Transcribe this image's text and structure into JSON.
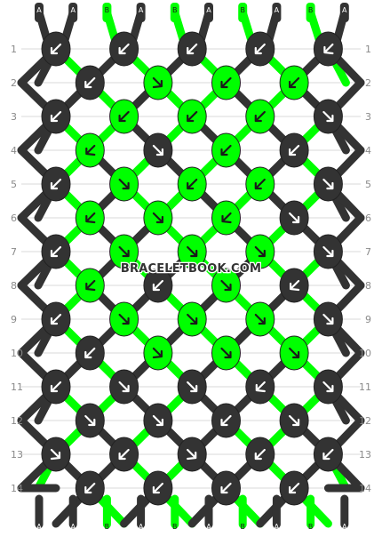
{
  "colors": {
    "A": "#333333",
    "B": "#00ff00",
    "background": "#ffffff",
    "row_label": "#8a8a8a",
    "grid_line": "#d9d9d9"
  },
  "watermark": "BRACELETBOOK.COM",
  "strings": [
    "A",
    "A",
    "B",
    "A",
    "B",
    "A",
    "B",
    "A",
    "B",
    "A"
  ],
  "row_labels": [
    "1",
    "2",
    "3",
    "4",
    "5",
    "6",
    "7",
    "8",
    "9",
    "10",
    "11",
    "12",
    "13",
    "14"
  ],
  "bottom_labels": [
    "A",
    "A",
    "B",
    "A",
    "B",
    "A",
    "B",
    "A",
    "B",
    "A"
  ],
  "knots": [
    {
      "row": 1,
      "pos": 0,
      "color": "A",
      "arrow": "bl"
    },
    {
      "row": 1,
      "pos": 2,
      "color": "A",
      "arrow": "bl"
    },
    {
      "row": 1,
      "pos": 4,
      "color": "A",
      "arrow": "bl"
    },
    {
      "row": 1,
      "pos": 6,
      "color": "A",
      "arrow": "bl"
    },
    {
      "row": 1,
      "pos": 8,
      "color": "A",
      "arrow": "fl"
    },
    {
      "row": 2,
      "pos": 1,
      "color": "A",
      "arrow": "bl"
    },
    {
      "row": 2,
      "pos": 3,
      "color": "B",
      "arrow": "fr"
    },
    {
      "row": 2,
      "pos": 5,
      "color": "B",
      "arrow": "bl"
    },
    {
      "row": 2,
      "pos": 7,
      "color": "B",
      "arrow": "bl"
    },
    {
      "row": 3,
      "pos": 0,
      "color": "A",
      "arrow": "bl"
    },
    {
      "row": 3,
      "pos": 2,
      "color": "B",
      "arrow": "bl"
    },
    {
      "row": 3,
      "pos": 4,
      "color": "B",
      "arrow": "bl"
    },
    {
      "row": 3,
      "pos": 6,
      "color": "B",
      "arrow": "bl"
    },
    {
      "row": 3,
      "pos": 8,
      "color": "A",
      "arrow": "br"
    },
    {
      "row": 4,
      "pos": 1,
      "color": "B",
      "arrow": "fl"
    },
    {
      "row": 4,
      "pos": 3,
      "color": "A",
      "arrow": "br"
    },
    {
      "row": 4,
      "pos": 5,
      "color": "B",
      "arrow": "bl"
    },
    {
      "row": 4,
      "pos": 7,
      "color": "A",
      "arrow": "bl"
    },
    {
      "row": 5,
      "pos": 0,
      "color": "A",
      "arrow": "bl"
    },
    {
      "row": 5,
      "pos": 2,
      "color": "B",
      "arrow": "br"
    },
    {
      "row": 5,
      "pos": 4,
      "color": "B",
      "arrow": "bl"
    },
    {
      "row": 5,
      "pos": 6,
      "color": "B",
      "arrow": "bl"
    },
    {
      "row": 5,
      "pos": 8,
      "color": "A",
      "arrow": "br"
    },
    {
      "row": 6,
      "pos": 1,
      "color": "B",
      "arrow": "fl"
    },
    {
      "row": 6,
      "pos": 3,
      "color": "B",
      "arrow": "br"
    },
    {
      "row": 6,
      "pos": 5,
      "color": "B",
      "arrow": "fl"
    },
    {
      "row": 6,
      "pos": 7,
      "color": "A",
      "arrow": "br"
    },
    {
      "row": 7,
      "pos": 0,
      "color": "A",
      "arrow": "bl"
    },
    {
      "row": 7,
      "pos": 2,
      "color": "B",
      "arrow": "br"
    },
    {
      "row": 7,
      "pos": 4,
      "color": "B",
      "arrow": "br"
    },
    {
      "row": 7,
      "pos": 6,
      "color": "B",
      "arrow": "br"
    },
    {
      "row": 7,
      "pos": 8,
      "color": "A",
      "arrow": "br"
    },
    {
      "row": 8,
      "pos": 1,
      "color": "B",
      "arrow": "fl"
    },
    {
      "row": 8,
      "pos": 3,
      "color": "A",
      "arrow": "bl"
    },
    {
      "row": 8,
      "pos": 5,
      "color": "B",
      "arrow": "br"
    },
    {
      "row": 8,
      "pos": 7,
      "color": "A",
      "arrow": "fl"
    },
    {
      "row": 9,
      "pos": 0,
      "color": "A",
      "arrow": "bl"
    },
    {
      "row": 9,
      "pos": 2,
      "color": "B",
      "arrow": "br"
    },
    {
      "row": 9,
      "pos": 4,
      "color": "B",
      "arrow": "br"
    },
    {
      "row": 9,
      "pos": 6,
      "color": "B",
      "arrow": "br"
    },
    {
      "row": 9,
      "pos": 8,
      "color": "A",
      "arrow": "br"
    },
    {
      "row": 10,
      "pos": 1,
      "color": "A",
      "arrow": "bl"
    },
    {
      "row": 10,
      "pos": 3,
      "color": "B",
      "arrow": "fr"
    },
    {
      "row": 10,
      "pos": 5,
      "color": "B",
      "arrow": "br"
    },
    {
      "row": 10,
      "pos": 7,
      "color": "B",
      "arrow": "br"
    },
    {
      "row": 11,
      "pos": 0,
      "color": "A",
      "arrow": "bl"
    },
    {
      "row": 11,
      "pos": 2,
      "color": "A",
      "arrow": "br"
    },
    {
      "row": 11,
      "pos": 4,
      "color": "A",
      "arrow": "br"
    },
    {
      "row": 11,
      "pos": 6,
      "color": "A",
      "arrow": "fl"
    },
    {
      "row": 11,
      "pos": 8,
      "color": "A",
      "arrow": "br"
    },
    {
      "row": 12,
      "pos": 1,
      "color": "A",
      "arrow": "br"
    },
    {
      "row": 12,
      "pos": 3,
      "color": "A",
      "arrow": "br"
    },
    {
      "row": 12,
      "pos": 5,
      "color": "A",
      "arrow": "bl"
    },
    {
      "row": 12,
      "pos": 7,
      "color": "A",
      "arrow": "br"
    },
    {
      "row": 13,
      "pos": 0,
      "color": "A",
      "arrow": "fr"
    },
    {
      "row": 13,
      "pos": 2,
      "color": "A",
      "arrow": "bl"
    },
    {
      "row": 13,
      "pos": 4,
      "color": "A",
      "arrow": "fr"
    },
    {
      "row": 13,
      "pos": 6,
      "color": "A",
      "arrow": "bl"
    },
    {
      "row": 13,
      "pos": 8,
      "color": "A",
      "arrow": "bl"
    },
    {
      "row": 14,
      "pos": 1,
      "color": "A",
      "arrow": "bl"
    },
    {
      "row": 14,
      "pos": 3,
      "color": "A",
      "arrow": "bl"
    },
    {
      "row": 14,
      "pos": 5,
      "color": "A",
      "arrow": "bl"
    },
    {
      "row": 14,
      "pos": 7,
      "color": "A",
      "arrow": "bl"
    }
  ]
}
